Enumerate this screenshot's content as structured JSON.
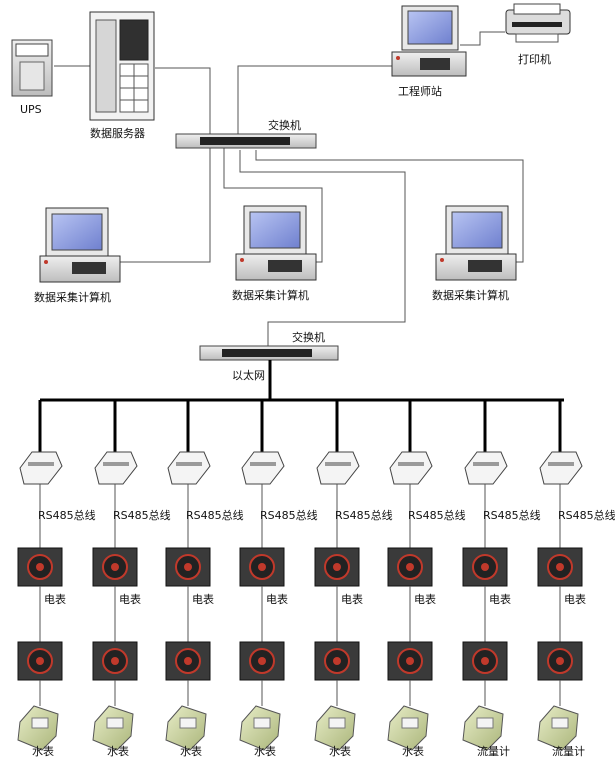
{
  "labels": {
    "ups": "UPS",
    "data_server": "数据服务器",
    "switch_top": "交换机",
    "printer": "打印机",
    "engineer_station": "工程师站",
    "acq_computer_1": "数据采集计算机",
    "acq_computer_2": "数据采集计算机",
    "acq_computer_3": "数据采集计算机",
    "switch_bottom": "交换机",
    "ethernet": "以太网"
  },
  "columns": [
    {
      "bus": "RS485总线",
      "meter": "电表",
      "end": "水表"
    },
    {
      "bus": "RS485总线",
      "meter": "电表",
      "end": "水表"
    },
    {
      "bus": "RS485总线",
      "meter": "电表",
      "end": "水表"
    },
    {
      "bus": "RS485总线",
      "meter": "电表",
      "end": "水表"
    },
    {
      "bus": "RS485总线",
      "meter": "电表",
      "end": "水表"
    },
    {
      "bus": "RS485总线",
      "meter": "电表",
      "end": "水表"
    },
    {
      "bus": "RS485总线",
      "meter": "电表",
      "end": "流量计"
    },
    {
      "bus": "RS485总线",
      "meter": "电表",
      "end": "流量计"
    }
  ],
  "colors": {
    "line": "#333333",
    "bus": "#000000",
    "monitor_screen": "#7e8fd6",
    "device_body": "#d9d9d9",
    "meter_body": "#3a3a3a",
    "meter_dial": "#c0392b",
    "sensor_body": "#cfd8a8"
  },
  "icons": [
    "ups-icon",
    "server-icon",
    "switch-icon",
    "printer-icon",
    "computer-icon",
    "converter-icon",
    "meter-icon",
    "water-meter-icon"
  ]
}
